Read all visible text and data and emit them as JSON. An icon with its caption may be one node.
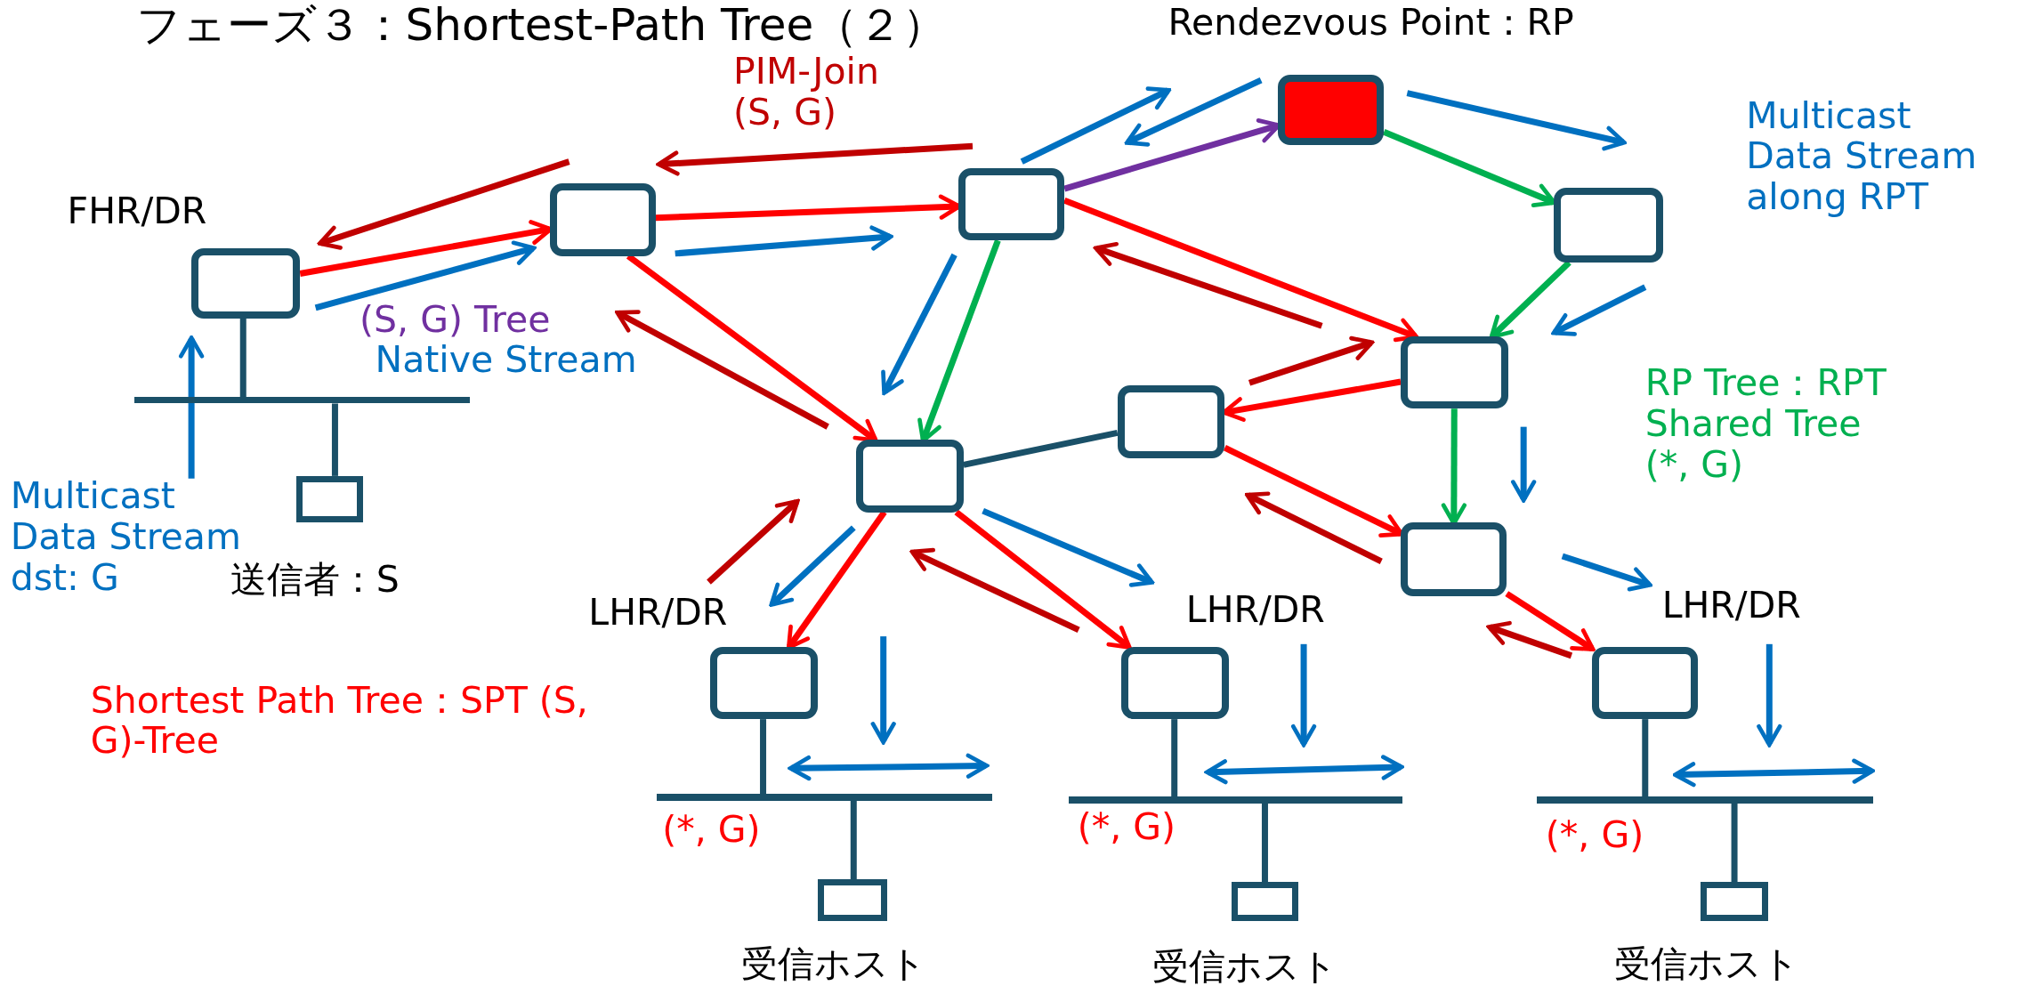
{
  "diagram": {
    "title": "フェーズ３：Shortest-Path Tree（２）",
    "nodes": [
      {
        "text": [],
        "shape": "box",
        "beside": [
          "Rendezvous Point：RP"
        ]
      },
      {
        "text": [],
        "shape": "box"
      },
      {
        "text": [],
        "shape": "box"
      },
      {
        "text": [],
        "shape": "box"
      },
      {
        "text": [],
        "shape": "box",
        "beside": [
          "FHR/DR"
        ]
      },
      {
        "text": [],
        "shape": "box"
      },
      {
        "text": [],
        "shape": "box"
      },
      {
        "text": [],
        "shape": "bar"
      },
      {
        "text": [],
        "shape": "box"
      },
      {
        "text": [],
        "shape": "box",
        "beside": [
          "送信者：S"
        ]
      },
      {
        "text": [],
        "shape": "box"
      },
      {
        "text": [],
        "shape": "box",
        "beside": [
          "LHR/DR"
        ]
      },
      {
        "text": [],
        "shape": "box",
        "beside": [
          "LHR/DR"
        ]
      },
      {
        "text": [],
        "shape": "box",
        "beside": [
          "LHR/DR"
        ]
      },
      {
        "text": [],
        "shape": "bar"
      },
      {
        "text": [],
        "shape": "bar"
      },
      {
        "text": [],
        "shape": "bar"
      },
      {
        "text": [],
        "shape": "box",
        "beside": [
          "受信ホスト"
        ]
      },
      {
        "text": [],
        "shape": "box",
        "beside": [
          "受信ホスト"
        ]
      },
      {
        "text": [],
        "shape": "box",
        "beside": [
          "受信ホスト"
        ]
      }
    ],
    "edges": [
      {
        "from": 4,
        "to": 2,
        "arrow": "to",
        "color": "#ff0000"
      },
      {
        "from": 2,
        "to": 1,
        "arrow": "to",
        "color": "#ff0000"
      },
      {
        "from": 2,
        "to": 8,
        "arrow": "to",
        "color": "#ff0000"
      },
      {
        "from": 1,
        "to": 5,
        "arrow": "to",
        "color": "#ff0000"
      },
      {
        "from": 8,
        "to": 11,
        "arrow": "to",
        "color": "#ff0000"
      },
      {
        "from": 8,
        "to": 12,
        "arrow": "to",
        "color": "#ff0000"
      },
      {
        "from": 5,
        "to": 6,
        "arrow": "to",
        "color": "#ff0000"
      },
      {
        "from": 6,
        "to": 10,
        "arrow": "to",
        "color": "#ff0000"
      },
      {
        "from": 10,
        "to": 13,
        "arrow": "to",
        "color": "#ff0000"
      },
      {
        "from": 0,
        "to": 3,
        "arrow": "to",
        "color": "#00b050"
      },
      {
        "from": 3,
        "to": 5,
        "arrow": "to",
        "color": "#00b050"
      },
      {
        "from": 1,
        "to": 8,
        "arrow": "to",
        "color": "#00b050"
      },
      {
        "from": 5,
        "to": 10,
        "arrow": "to",
        "color": "#00b050"
      },
      {
        "from": 1,
        "to": 0,
        "arrow": "to",
        "color": "#7030a0"
      },
      {
        "from": 6,
        "to": 8,
        "arrow": "none",
        "color": "#1a5068"
      },
      {
        "from": 4,
        "to": 7,
        "arrow": "none",
        "color": "#1a5068"
      },
      {
        "from": 7,
        "to": 9,
        "arrow": "none",
        "color": "#1a5068"
      },
      {
        "from": 11,
        "to": 14,
        "arrow": "none",
        "color": "#1a5068"
      },
      {
        "from": 14,
        "to": 17,
        "arrow": "none",
        "color": "#1a5068"
      },
      {
        "from": 12,
        "to": 15,
        "arrow": "none",
        "color": "#1a5068"
      },
      {
        "from": 15,
        "to": 18,
        "arrow": "none",
        "color": "#1a5068"
      },
      {
        "from": 13,
        "to": 16,
        "arrow": "none",
        "color": "#1a5068"
      },
      {
        "from": 16,
        "to": 19,
        "arrow": "none",
        "color": "#1a5068"
      }
    ],
    "labels": [
      "PIM-Join (S, G)",
      "Multicast Data Stream along RPT",
      "(S, G) Tree",
      "Native Stream",
      "RP Tree：RPT Shared Tree (*, G)",
      "Multicast Data Stream dst: G",
      "Shortest Path Tree：SPT (S, G)-Tree",
      "(*, G)",
      "(*, G)",
      "(*, G)"
    ]
  }
}
